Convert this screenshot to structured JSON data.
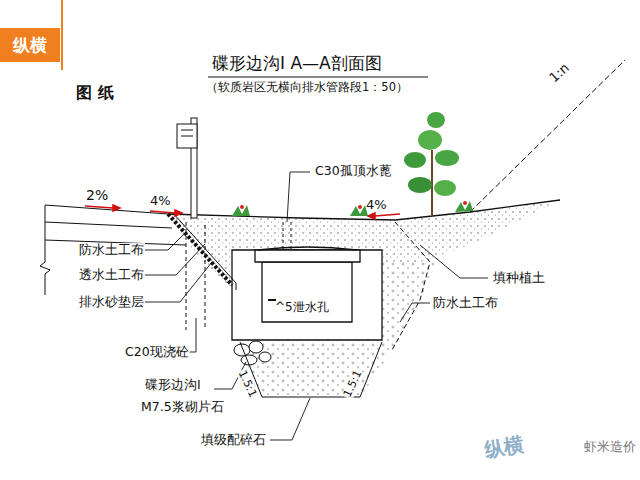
{
  "diagram": {
    "title": "碟形边沟Ⅰ A—A剖面图",
    "nodes": [
      {
        "text": [
          "纵横"
        ]
      }
    ],
    "labels": [
      "（软质岩区无横向排水管路段1：50）",
      "图 纸",
      "C30孤顶水蓖",
      "1:n",
      "2%",
      "4%",
      "4%",
      "防水土工布",
      "透水土工布",
      "排水砂垫层",
      "^5泄水孔",
      "填种植土",
      "防水土工布",
      "C20现浇砼",
      "碟形边沟Ⅰ",
      "M7.5浆砌片石",
      "1.5:1",
      "1.5:1",
      "填级配碎石",
      "纵横",
      "虾米造价"
    ]
  }
}
